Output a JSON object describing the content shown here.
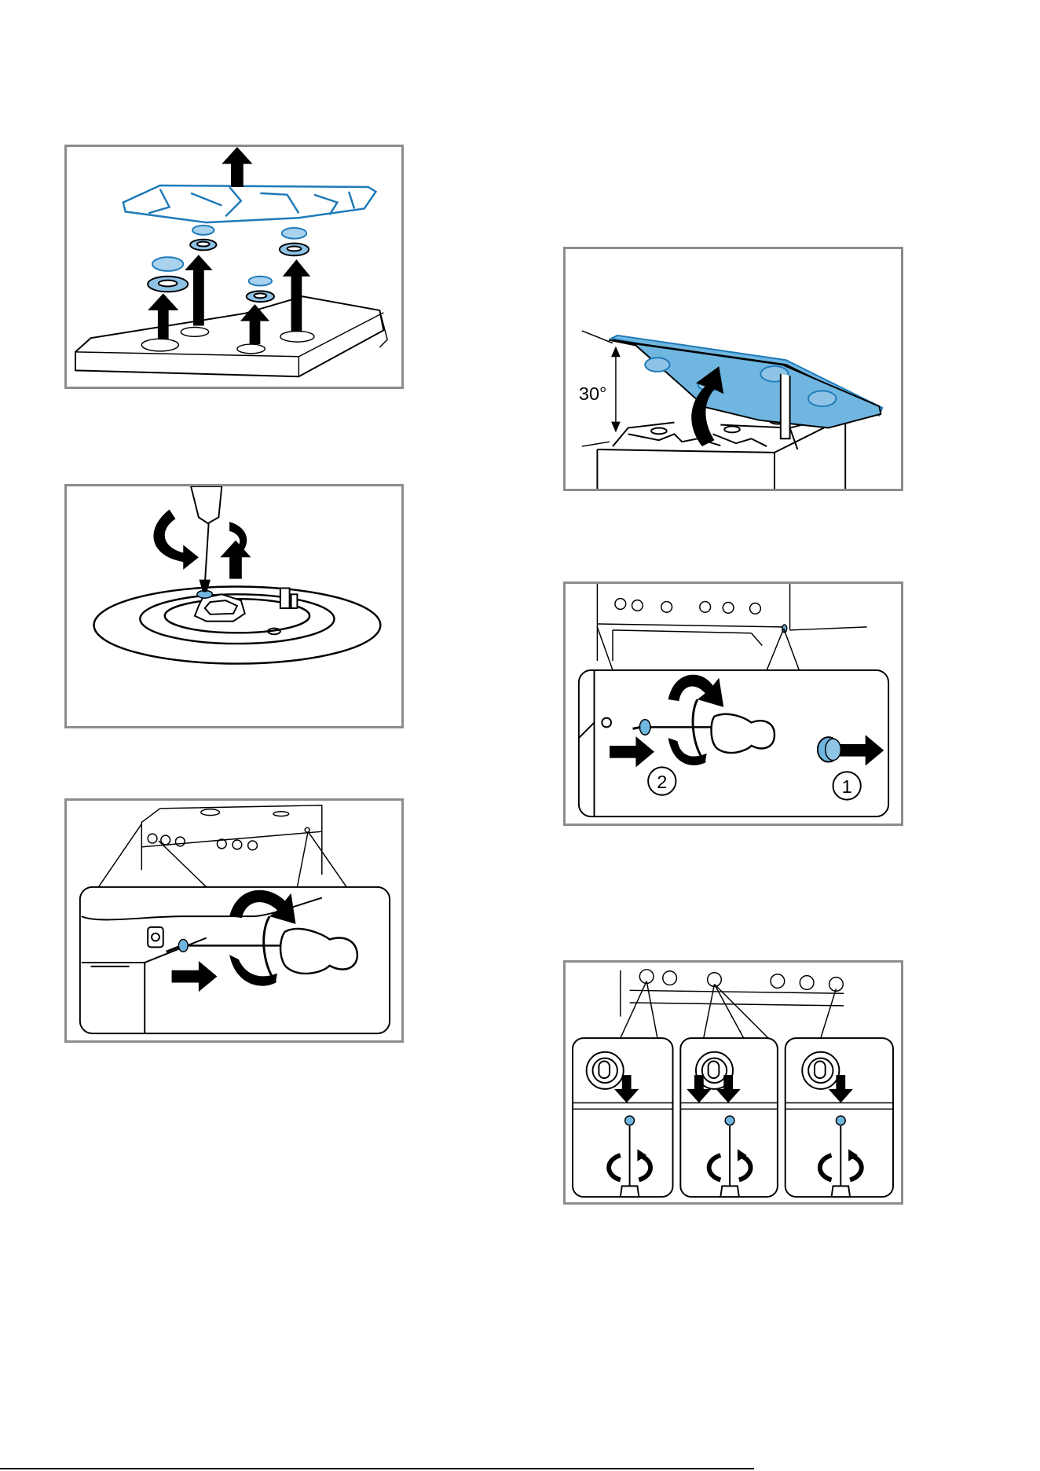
{
  "colors": {
    "frame": "#8c8c8c",
    "line": "#000000",
    "accent_fill": "#6fb6e0",
    "accent_stroke": "#1e7ab8",
    "pale_blue": "#a9d2ee"
  },
  "figures": [
    {
      "id": "fig-remove-grates-and-burners",
      "icons": [
        "grate",
        "burner-cap",
        "burner-crown",
        "up-arrow"
      ]
    },
    {
      "id": "fig-unscrew-burner-base",
      "icons": [
        "screwdriver",
        "rotation-arrow",
        "up-arrow"
      ]
    },
    {
      "id": "fig-unscrew-hob-side",
      "icons": [
        "screwdriver",
        "rotation-arrow",
        "right-arrow"
      ]
    },
    {
      "id": "fig-lift-hob",
      "angle_label": "30°"
    },
    {
      "id": "fig-remove-cap-and-screw",
      "step_labels": [
        "1",
        "2"
      ]
    },
    {
      "id": "fig-knob-screws",
      "icons": [
        "knob-fixing",
        "down-arrow",
        "screwdriver"
      ]
    }
  ]
}
